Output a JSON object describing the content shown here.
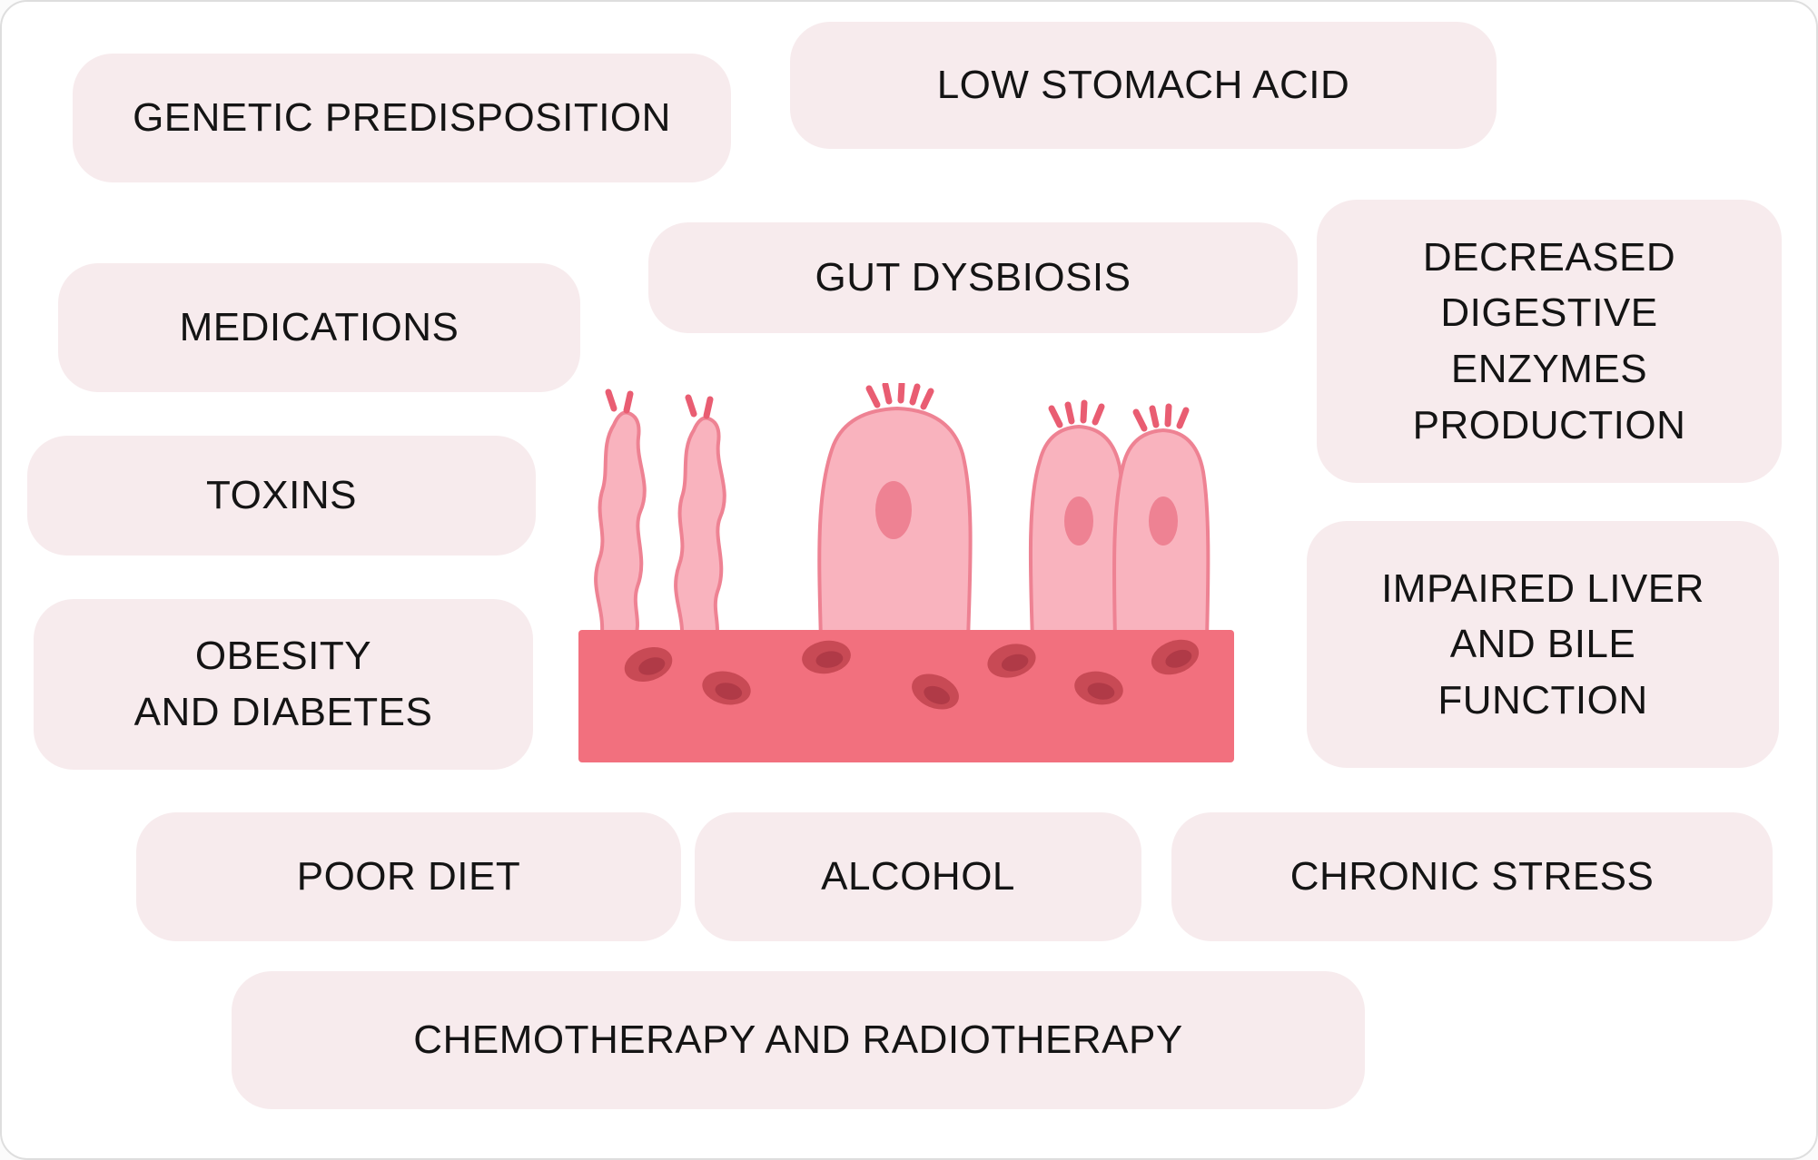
{
  "page": {
    "background": "#ffffff",
    "card_border_color": "#dedede",
    "box_background": "#f7ebed",
    "text_color": "#141414"
  },
  "diagram": {
    "boxes": [
      {
        "id": "genetic-predisposition",
        "label": "GENETIC PREDISPOSITION"
      },
      {
        "id": "low-stomach-acid",
        "label": "LOW STOMACH ACID"
      },
      {
        "id": "medications",
        "label": "MEDICATIONS"
      },
      {
        "id": "gut-dysbiosis",
        "label": "GUT DYSBIOSIS"
      },
      {
        "id": "decreased-digestive-enzymes-production",
        "label": "DECREASED\nDIGESTIVE\nENZYMES\nPRODUCTION"
      },
      {
        "id": "toxins",
        "label": "TOXINS"
      },
      {
        "id": "obesity-and-diabetes",
        "label": "OBESITY\nAND DIABETES"
      },
      {
        "id": "impaired-liver-and-bile-function",
        "label": "IMPAIRED LIVER\nAND BILE\nFUNCTION"
      },
      {
        "id": "poor-diet",
        "label": "POOR DIET"
      },
      {
        "id": "alcohol",
        "label": "ALCOHOL"
      },
      {
        "id": "chronic-stress",
        "label": "CHRONIC STRESS"
      },
      {
        "id": "chemotherapy-and-radiotherapy",
        "label": "CHEMOTHERAPY AND RADIOTHERAPY"
      }
    ],
    "illustration": {
      "name": "damaged-intestinal-villi",
      "colors": {
        "villus_fill": "#f9b3be",
        "villus_outline": "#ee8293",
        "nucleus": "#ee8293",
        "cilia": "#e95d72",
        "mucosa_base": "#f2707e",
        "blood_cell": "#c84a55",
        "blood_cell_inner": "#b03a47"
      }
    }
  }
}
